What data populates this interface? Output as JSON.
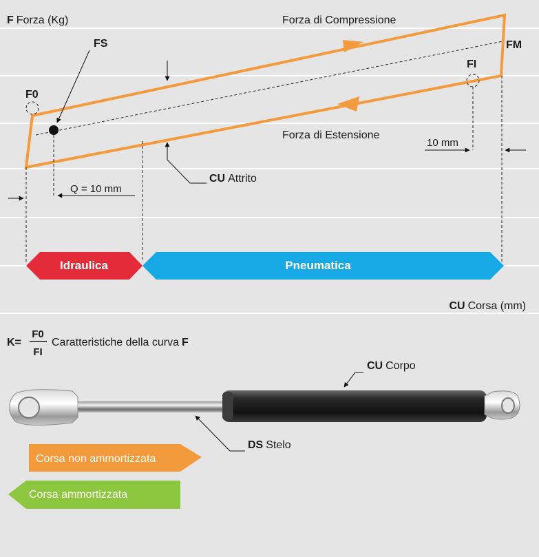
{
  "chart": {
    "y_axis_bold": "F",
    "y_axis_rest": "Forza (Kg)",
    "compression_label": "Forza di Compressione",
    "extension_label": "Forza di Estensione",
    "fm_label": "FM",
    "fi_label": "FI",
    "f0_label": "F0",
    "fs_label": "FS",
    "ten_mm_label": "10 mm",
    "q_label": "Q = 10 mm",
    "friction_bold": "CU",
    "friction_rest": "Attrito",
    "hydraulic_label": "Idraulica",
    "pneumatic_label": "Pneumatica",
    "x_axis_bold": "CU",
    "x_axis_rest": "Corsa (mm)"
  },
  "formula": {
    "k_label": "K=",
    "numerator": "F0",
    "denominator": "FI",
    "caption": "Caratteristiche della curva",
    "caption_bold": "F"
  },
  "spring": {
    "body_bold": "CU",
    "body_rest": "Corpo",
    "rod_bold": "DS",
    "rod_rest": "Stelo"
  },
  "legend": {
    "undamped": "Corsa non ammortizzata",
    "damped": "Corsa ammortizzata"
  },
  "colors": {
    "background": "#e5e5e5",
    "gridline": "#ffffff",
    "curve_orange": "#f39a3d",
    "hydraulic_red": "#e32b3a",
    "pneumatic_blue": "#16a9e6",
    "undamped_orange": "#f39a3d",
    "damped_green": "#8dc63f",
    "body_black": "#1e1e1e"
  }
}
